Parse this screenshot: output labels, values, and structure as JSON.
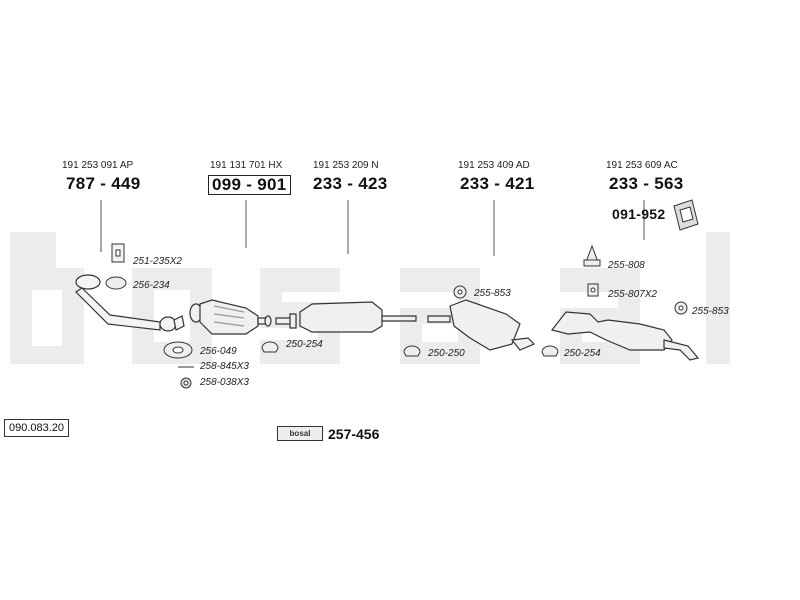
{
  "catalog_number": "090.083.20",
  "brand": "bosal",
  "kit": {
    "badge_text": "bosal",
    "part_number": "257-456"
  },
  "assemblies": [
    {
      "name": "front-pipe",
      "oe_number": "191 253 091 AP",
      "part_number": "787 - 449",
      "boxed": false
    },
    {
      "name": "catalytic-converter",
      "oe_number": "191 131 701 HX",
      "part_number": "099 - 901",
      "boxed": true
    },
    {
      "name": "centre-pipe",
      "oe_number": "191 253 209 N",
      "part_number": "233 - 423",
      "boxed": false
    },
    {
      "name": "middle-silencer",
      "oe_number": "191 253 409 AD",
      "part_number": "233 - 421",
      "boxed": false
    },
    {
      "name": "rear-silencer",
      "oe_number": "191 253 609 AC",
      "part_number": "233 - 563",
      "boxed": false
    }
  ],
  "extra_part": {
    "part_number": "091-952"
  },
  "fittings": [
    "251-235X2",
    "256-234",
    "256-049",
    "258-845X3",
    "258-038X3",
    "250-254",
    "255-853",
    "250-250",
    "255-808",
    "255-807X2",
    "255-853",
    "250-254"
  ]
}
